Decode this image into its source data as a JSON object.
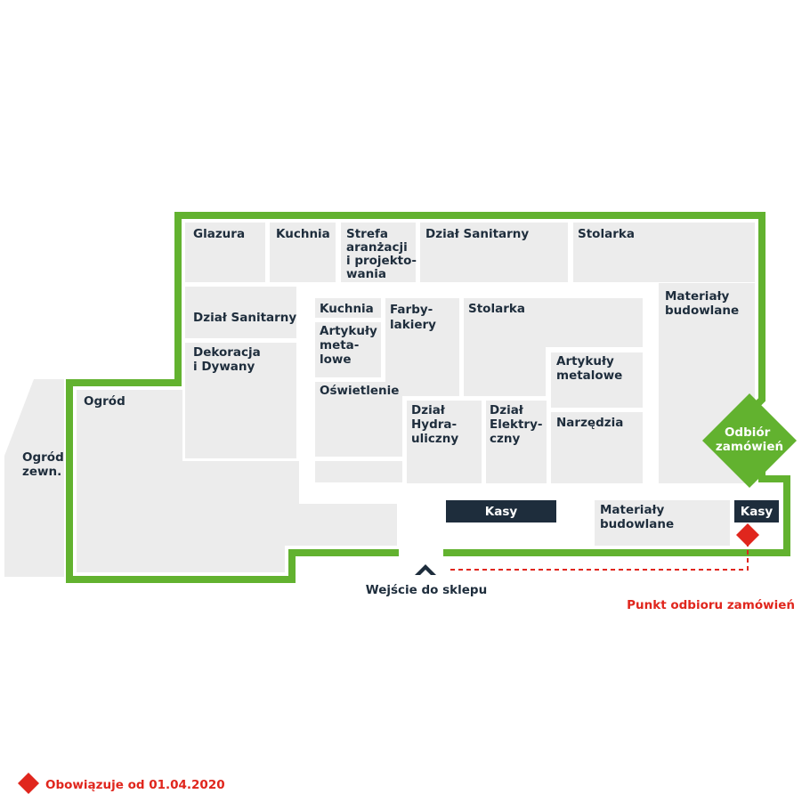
{
  "colors": {
    "wall": "#62b22f",
    "zone": "#ececec",
    "outdoor": "#ececec",
    "dark": "#1e2d3c",
    "accent_red": "#e0261d",
    "text": "#1e2d3c"
  },
  "zones": {
    "glazura": [
      "Glazura"
    ],
    "kuchnia_top": [
      "Kuchnia"
    ],
    "strefa": [
      "Strefa",
      "aranżacji",
      "i projekto-",
      "wania"
    ],
    "dzial_sanitarny_top": [
      "Dział Sanitarny"
    ],
    "stolarka_top": [
      "Stolarka"
    ],
    "dzial_sanitarny_left": [
      "Dział Sanitarny"
    ],
    "dekoracja": [
      "Dekoracja",
      "i Dywany"
    ],
    "kuchnia_mid": [
      "Kuchnia"
    ],
    "artykuly_left": [
      "Artykuły",
      "meta-",
      "lowe"
    ],
    "farby": [
      "Farby-",
      "lakiery"
    ],
    "stolarka_mid": [
      "Stolarka"
    ],
    "materialy_right": [
      "Materiały",
      "budowlane"
    ],
    "artykuly_right": [
      "Artykuły",
      "metalowe"
    ],
    "oswietlenie": [
      "Oświetlenie"
    ],
    "hydraulika": [
      "Dział",
      "Hydra-",
      "uliczny"
    ],
    "elektryka": [
      "Dział",
      "Elektry-",
      "czny"
    ],
    "narzedzia": [
      "Narzędzia"
    ],
    "ogrod": [
      "Ogród"
    ],
    "ogrod_zewn": [
      "Ogród",
      "zewn."
    ],
    "materialy_bottom": [
      "Materiały",
      "budowlane"
    ]
  },
  "checkouts": {
    "kasy_main": "Kasy",
    "kasy_right": "Kasy"
  },
  "pickup_badge": [
    "Odbiór",
    "zamówień"
  ],
  "entrance_label": "Wejście do sklepu",
  "pickup_point_label": "Punkt odbioru zamówień",
  "legend_text": "Obowiązuje od 01.04.2020",
  "icons": {
    "entrance": "chevron-up-icon",
    "pickup": "red-diamond-icon",
    "legend": "red-diamond-icon"
  }
}
